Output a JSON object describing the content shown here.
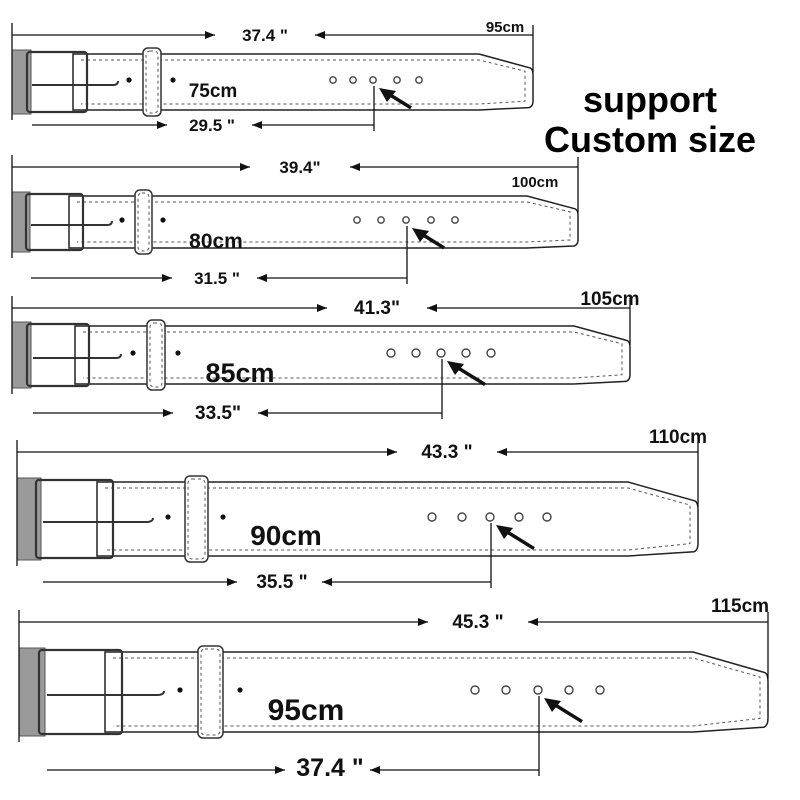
{
  "headline": {
    "line1": "support",
    "line2": "Custom size"
  },
  "belts": [
    {
      "total_inch": "37.4 \"",
      "total_cm": "95cm",
      "fit_cm": "75cm",
      "fit_inch": "29.5 \""
    },
    {
      "total_inch": "39.4\"",
      "total_cm": "100cm",
      "fit_cm": "80cm",
      "fit_inch": "31.5 \""
    },
    {
      "total_inch": "41.3\"",
      "total_cm": "105cm",
      "fit_cm": "85cm",
      "fit_inch": "33.5\""
    },
    {
      "total_inch": "43.3 \"",
      "total_cm": "110cm",
      "fit_cm": "90cm",
      "fit_inch": "35.5 \""
    },
    {
      "total_inch": "45.3 \"",
      "total_cm": "115cm",
      "fit_cm": "95cm",
      "fit_inch": "37.4 \""
    }
  ],
  "colors": {
    "buckle_plate": "#9a9a9a",
    "outline": "#222222",
    "text": "#111111"
  }
}
